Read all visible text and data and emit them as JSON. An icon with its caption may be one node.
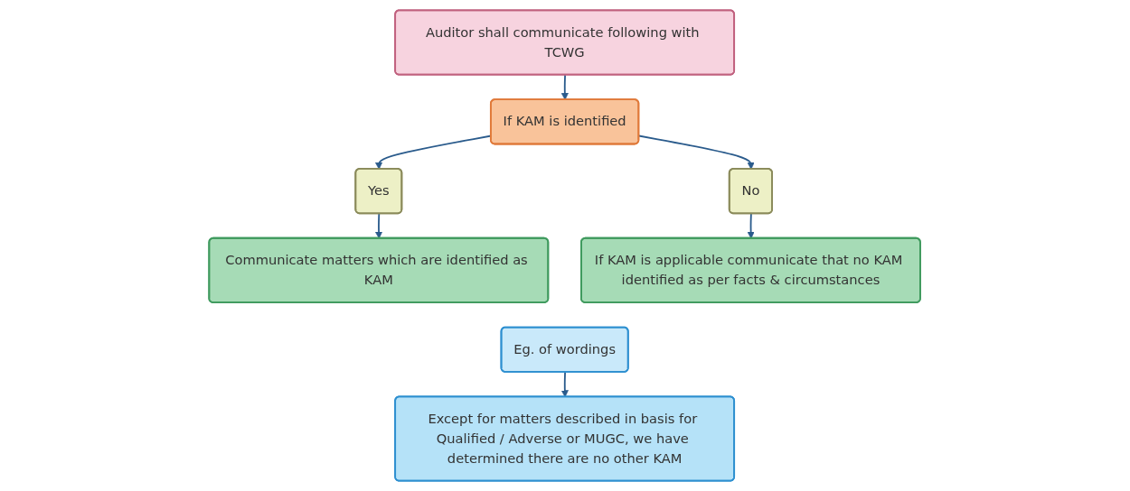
{
  "diagram": {
    "nodes": [
      {
        "text": [
          "Auditor shall communicate following with TCWG"
        ]
      },
      {
        "text": [
          "If KAM is identified"
        ]
      },
      {
        "text": [
          "Yes"
        ]
      },
      {
        "text": [
          "No"
        ]
      },
      {
        "text": [
          "Communicate matters which are identified as KAM"
        ]
      },
      {
        "text": [
          "If KAM is applicable communicate that no KAM identified as per facts & circumstances"
        ]
      },
      {
        "text": [
          "Eg. of wordings"
        ]
      },
      {
        "text": [
          "Except for matters described in basis for Qualified / Adverse or MUGC, we have determined there are no other KAM"
        ]
      }
    ],
    "edges": [
      {
        "from": 0,
        "to": 1,
        "arrow": "to"
      },
      {
        "from": 1,
        "to": 2,
        "arrow": "to"
      },
      {
        "from": 1,
        "to": 3,
        "arrow": "to"
      },
      {
        "from": 2,
        "to": 4,
        "arrow": "to"
      },
      {
        "from": 3,
        "to": 5,
        "arrow": "to"
      },
      {
        "from": 6,
        "to": 7,
        "arrow": "to"
      }
    ]
  }
}
